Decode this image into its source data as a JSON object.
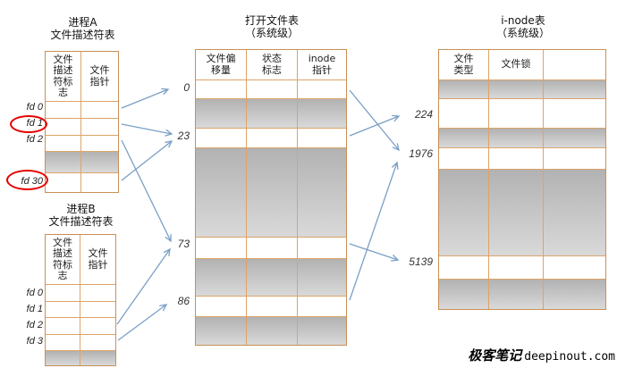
{
  "diagram": {
    "process_a": {
      "title": "进程A",
      "subtitle": "文件描述符表",
      "col_headers": [
        "文件\n描述\n符标\n志",
        "文件\n指针"
      ],
      "row_labels": [
        "fd 0",
        "fd 1",
        "fd 2",
        "fd 30"
      ],
      "circled_labels": [
        "fd 1",
        "fd 30"
      ]
    },
    "process_b": {
      "title": "进程B",
      "subtitle": "文件描述符表",
      "col_headers": [
        "文件\n描述\n符标\n志",
        "文件\n指针"
      ],
      "row_labels": [
        "fd 0",
        "fd 1",
        "fd 2",
        "fd 3"
      ]
    },
    "open_file_table": {
      "title": "打开文件表",
      "subtitle": "（系统级）",
      "col_headers": [
        "文件偏\n移量",
        "状态\n标志",
        "inode\n指针"
      ],
      "row_labels": [
        "0",
        "23",
        "73",
        "86"
      ]
    },
    "inode_table": {
      "title": "i-node表",
      "subtitle": "（系统级）",
      "col_headers": [
        "文件\n类型",
        "文件锁",
        ""
      ],
      "row_labels": [
        "224",
        "1976",
        "5139"
      ]
    },
    "connections": [
      {
        "from": "进程A fd 0",
        "to": "打开文件表 0"
      },
      {
        "from": "进程A fd 1",
        "to": "打开文件表 23"
      },
      {
        "from": "进程A fd 2",
        "to": "打开文件表 73"
      },
      {
        "from": "进程A fd 30",
        "to": "打开文件表 23"
      },
      {
        "from": "进程B fd 2",
        "to": "打开文件表 73"
      },
      {
        "from": "进程B fd 3",
        "to": "打开文件表 86"
      },
      {
        "from": "打开文件表 0",
        "to": "i-node 1976"
      },
      {
        "from": "打开文件表 23",
        "to": "i-node 224"
      },
      {
        "from": "打开文件表 73",
        "to": "i-node 5139"
      },
      {
        "from": "打开文件表 86",
        "to": "i-node 1976"
      }
    ],
    "colors": {
      "table_border": "#dca468",
      "gray_row_top": "#b2b2b2",
      "gray_row_bottom": "#d9d9d9",
      "arrow": "#7b9fc7",
      "highlight_circle": "#e60000"
    }
  },
  "watermark": {
    "cn": "极客笔记",
    "en": "deepinout.com"
  }
}
